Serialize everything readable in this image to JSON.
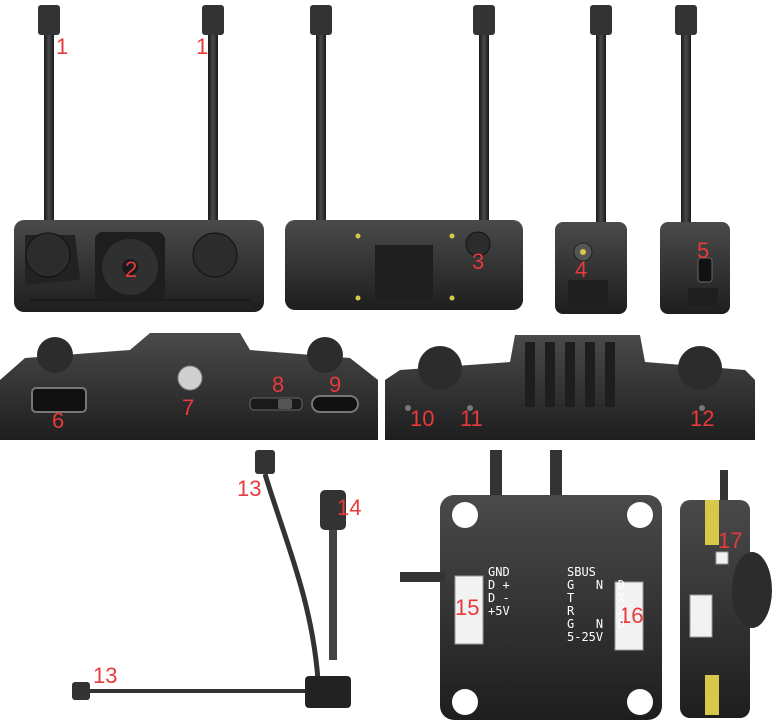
{
  "theme": {
    "callout_color": "#e8393b",
    "body_dark": "#2a2a2a",
    "body_mid": "#3a3a3a",
    "body_light": "#4a4a4a",
    "pcb_text": "#ffffff",
    "accent_yellow": "#d8c84a"
  },
  "callouts": [
    {
      "id": "c1a",
      "text": "1"
    },
    {
      "id": "c1b",
      "text": "1"
    },
    {
      "id": "c2",
      "text": "2"
    },
    {
      "id": "c3",
      "text": "3"
    },
    {
      "id": "c4",
      "text": "4"
    },
    {
      "id": "c5",
      "text": "5"
    },
    {
      "id": "c6",
      "text": "6"
    },
    {
      "id": "c7",
      "text": "7"
    },
    {
      "id": "c8",
      "text": "8"
    },
    {
      "id": "c9",
      "text": "9"
    },
    {
      "id": "c10",
      "text": "10"
    },
    {
      "id": "c11",
      "text": "11"
    },
    {
      "id": "c12",
      "text": "12"
    },
    {
      "id": "c13a",
      "text": "13"
    },
    {
      "id": "c14",
      "text": "14"
    },
    {
      "id": "c13b",
      "text": "13"
    },
    {
      "id": "c15",
      "text": "15"
    },
    {
      "id": "c16",
      "text": "16"
    },
    {
      "id": "c17",
      "text": "17"
    }
  ],
  "pcb_labels": {
    "left_header": [
      "GND",
      "D +",
      "D -",
      "+5V"
    ],
    "right_header_top": "SBUS",
    "right_header_rows": [
      "G   N  D",
      "T      X",
      "R      X",
      "G   N  D",
      "5-25V"
    ]
  },
  "icons": [
    "antenna-icon",
    "fan-icon",
    "hdmi-port-icon",
    "usb-c-port-icon",
    "switch-icon"
  ]
}
